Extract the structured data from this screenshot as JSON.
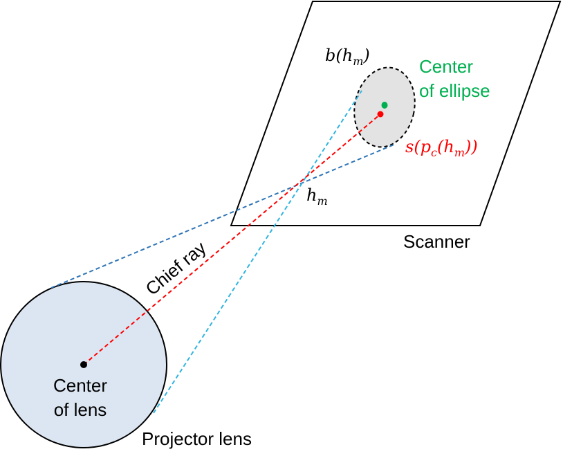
{
  "labels": {
    "scanner": "Scanner",
    "projector_lens": "Projector lens",
    "center_of_lens_line1": "Center",
    "center_of_lens_line2": "of lens",
    "center_of_ellipse_line1": "Center",
    "center_of_ellipse_line2": "of ellipse",
    "chief_ray": "Chief ray",
    "b_h_m": {
      "base": "b(h",
      "sub": "m",
      "close": ")"
    },
    "h_m": {
      "base": "h",
      "sub": "m"
    },
    "s_pc_h_m": {
      "p1": "s(p",
      "sub_c": "c",
      "p2": "(h",
      "sub_m": "m",
      "p3": "))"
    }
  },
  "colors": {
    "outline": "#000000",
    "lens_fill": "#dce6f2",
    "ellipse_fill": "#e3e3e3",
    "green": "#00b050",
    "red": "#ff0000",
    "blue_dark": "#2e75b6",
    "blue_light": "#2fb4e0"
  }
}
